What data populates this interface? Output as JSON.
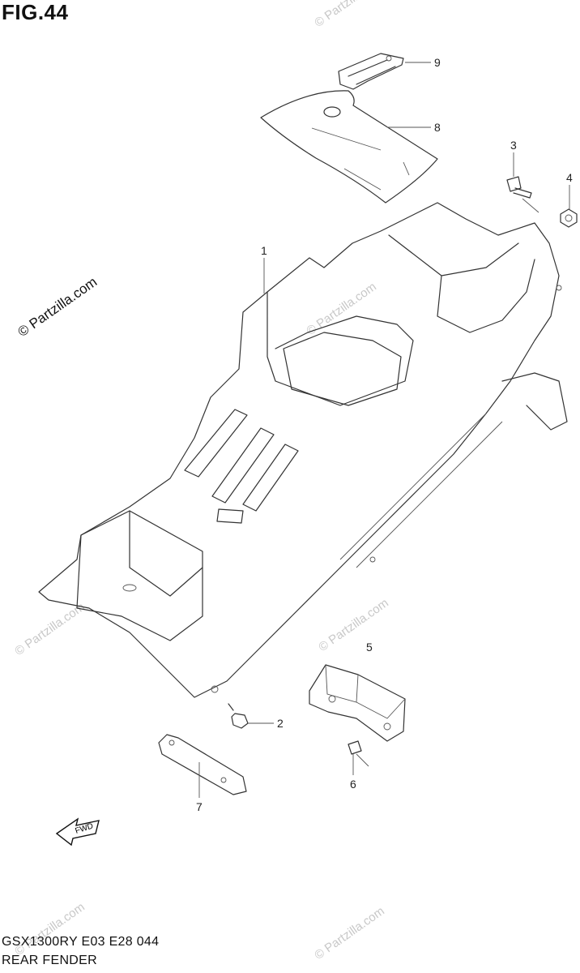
{
  "figure": {
    "title": "FIG.44"
  },
  "footer": {
    "line1": "GSX1300RY E03 E28 044",
    "line2": "REAR FENDER"
  },
  "watermark": {
    "text": "© Partzilla.com"
  },
  "fwd_label": "FWD",
  "callouts": [
    {
      "id": "1",
      "label": "1"
    },
    {
      "id": "2",
      "label": "2"
    },
    {
      "id": "3",
      "label": "3"
    },
    {
      "id": "4",
      "label": "4"
    },
    {
      "id": "5",
      "label": "5"
    },
    {
      "id": "6",
      "label": "6"
    },
    {
      "id": "7",
      "label": "7"
    },
    {
      "id": "8",
      "label": "8"
    },
    {
      "id": "9",
      "label": "9"
    }
  ]
}
